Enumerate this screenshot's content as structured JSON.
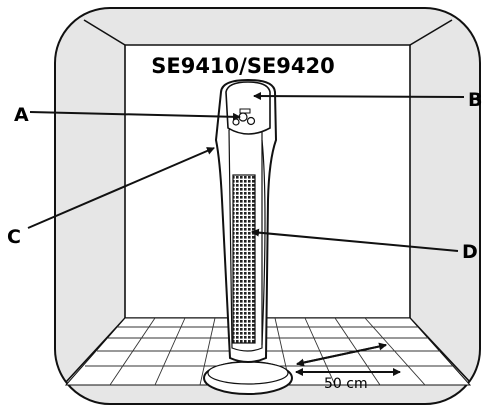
{
  "diagram": {
    "model_title": "SE9410/SE9420",
    "callouts": {
      "a": "A",
      "b": "B",
      "c": "C",
      "d": "D"
    },
    "clearance_label": "50 cm",
    "colors": {
      "frame_fill": "#e6e6e6",
      "back_wall": "#ffffff",
      "line": "#111111",
      "floor": "#ffffff"
    }
  }
}
